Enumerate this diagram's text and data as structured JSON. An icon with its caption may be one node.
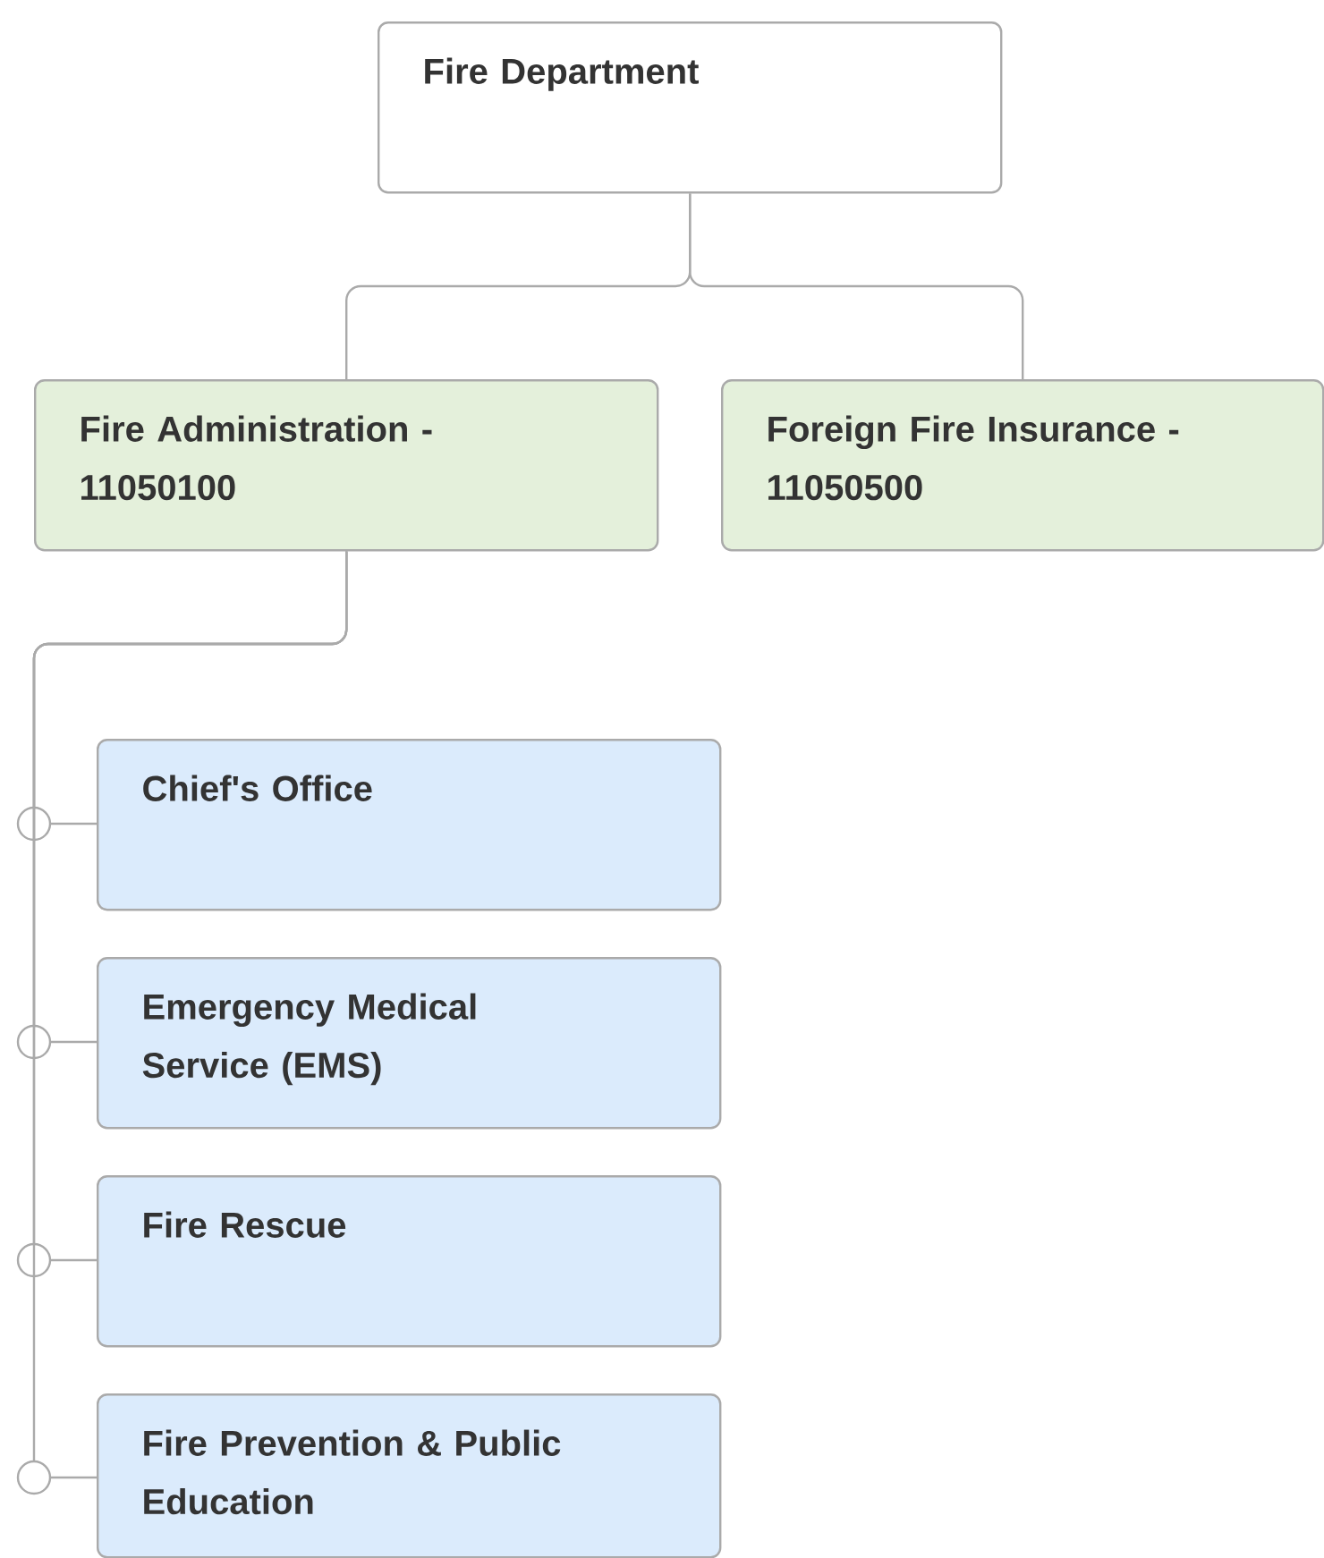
{
  "diagram": {
    "nodes": [
      {
        "text": [
          "Fire Department"
        ]
      },
      {
        "text": [
          "Fire Administration - 11050100"
        ]
      },
      {
        "text": [
          "Foreign Fire Insurance - 11050500"
        ]
      },
      {
        "text": [
          "Chief's Office"
        ]
      },
      {
        "text": [
          "Emergency Medical Service (EMS)"
        ]
      },
      {
        "text": [
          "Fire Rescue"
        ]
      },
      {
        "text": [
          "Fire Prevention & Public Education"
        ]
      }
    ],
    "edges": [
      {
        "from": 0,
        "to": 1,
        "arrow": "none"
      },
      {
        "from": 0,
        "to": 2,
        "arrow": "none"
      },
      {
        "from": 1,
        "to": 3,
        "arrow": "none"
      },
      {
        "from": 1,
        "to": 4,
        "arrow": "none"
      },
      {
        "from": 1,
        "to": 5,
        "arrow": "none"
      },
      {
        "from": 1,
        "to": 6,
        "arrow": "none"
      }
    ]
  }
}
